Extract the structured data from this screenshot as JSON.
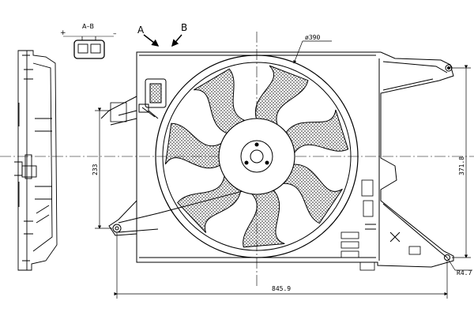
{
  "labels": {
    "view_a": "A",
    "view_b": "B",
    "connector_pins": "A–B",
    "plus": "+",
    "minus": "–",
    "diameter": "ø390",
    "height_left": "233",
    "height_right": "371.8",
    "width_bottom": "845.9",
    "radius": "R4.7"
  }
}
